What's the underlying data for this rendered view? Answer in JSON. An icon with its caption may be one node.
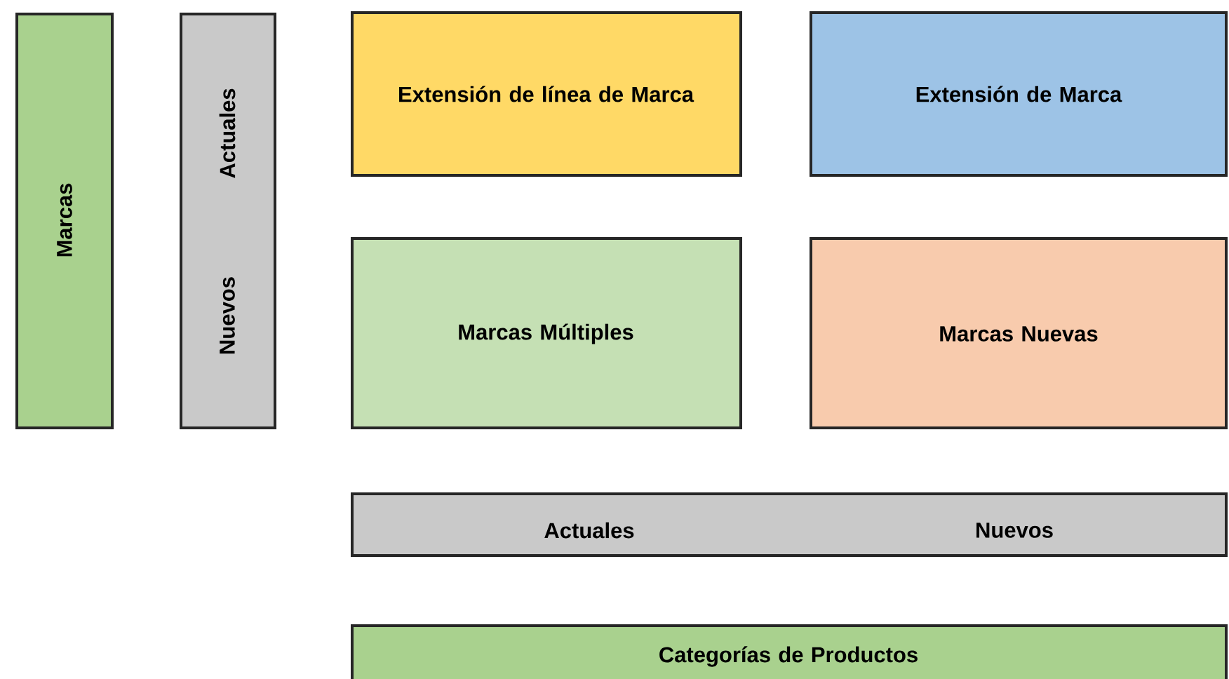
{
  "diagram": {
    "nodes": [
      {
        "text": [
          "Marcas"
        ]
      },
      {
        "text": [
          "Actuales",
          "Nuevos"
        ]
      },
      {
        "text": [
          "Extensión de línea de Marca"
        ]
      },
      {
        "text": [
          "Extensión de Marca"
        ]
      },
      {
        "text": [
          "Marcas Múltiples"
        ]
      },
      {
        "text": [
          "Marcas Nuevas"
        ]
      },
      {
        "text": [
          "Actuales",
          "Nuevos"
        ]
      },
      {
        "text": [
          "Categorías de Productos"
        ]
      }
    ]
  }
}
